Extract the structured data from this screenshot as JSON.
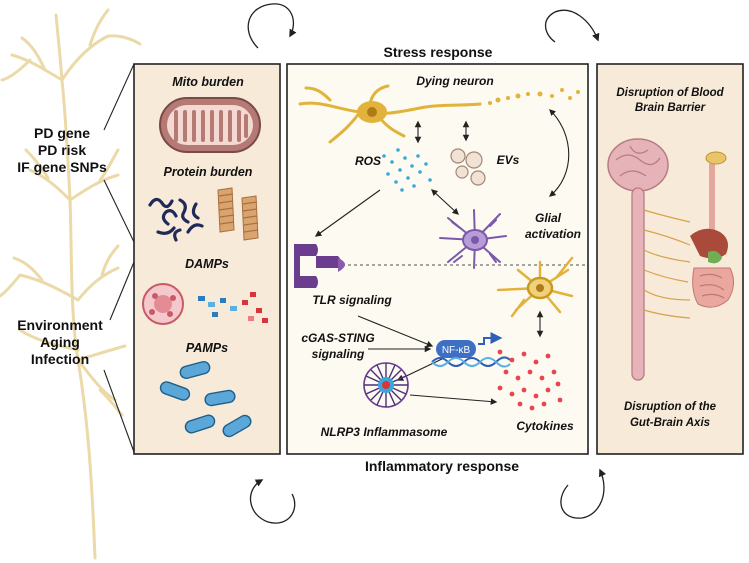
{
  "left_labels": {
    "genetic": [
      "PD gene",
      "PD risk",
      "IF gene SNPs"
    ],
    "environmental": [
      "Environment",
      "Aging",
      "Infection"
    ]
  },
  "panel_left": {
    "mito": "Mito burden",
    "protein": "Protein burden",
    "damps": "DAMPs",
    "pamps": "PAMPs"
  },
  "panel_center": {
    "title_top": "Stress response",
    "title_bottom": "Inflammatory response",
    "dying_neuron": "Dying neuron",
    "ros": "ROS",
    "evs": "EVs",
    "glial": [
      "Glial",
      "activation"
    ],
    "tlr": "TLR signaling",
    "cgas": [
      "cGAS-STING",
      "signaling"
    ],
    "nfkb": "NF-κB",
    "nlrp3": "NLRP3 Inflammasome",
    "cytokines": "Cytokines"
  },
  "panel_right": {
    "bbb": [
      "Disruption of Blood",
      "Brain Barrier"
    ],
    "gut": [
      "Disruption of the",
      "Gut-Brain Axis"
    ]
  },
  "colors": {
    "panel_fill": "#f7ead9",
    "center_fill": "#fdfaf2",
    "neuron": "#e1b33a",
    "microglia": "#7a5aa8",
    "ros": "#3aa7d8",
    "cytokine": "#e8464f",
    "bacteria": "#5aa7d8",
    "tlr": "#6a3d8f",
    "nfkb": "#3d6fc4"
  }
}
